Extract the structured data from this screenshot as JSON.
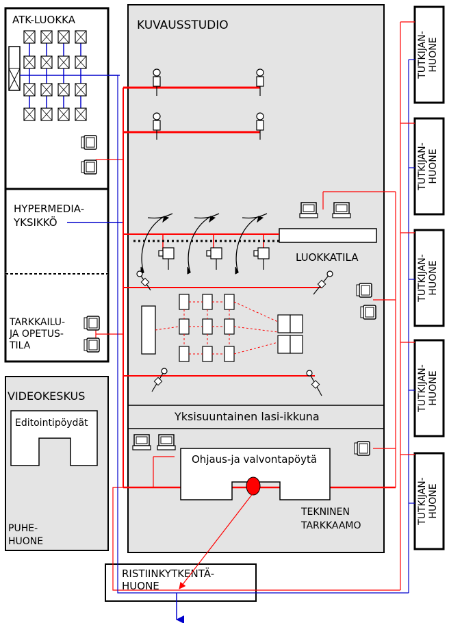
{
  "rooms": {
    "atk": "ATK-LUOKKA",
    "hypermedia": [
      "HYPERMEDIA-",
      "YKSIKKÖ"
    ],
    "tarkkailu": [
      "TARKKAILU-",
      "JA OPETUS-",
      "TILA"
    ],
    "videokeskus": "VIDEOKESKUS",
    "editointi": "Editointipöydät",
    "puhe": [
      "PUHE-",
      "HUONE"
    ],
    "kuvausstudio": "KUVAUSSTUDIO",
    "luokkatila": "LUOKKATILA",
    "lasi": "Yksisuuntainen lasi-ikkuna",
    "ohjaus": "Ohjaus-ja valvontapöytä",
    "tekninen": [
      "TEKNINEN",
      "TARKKAAMO"
    ],
    "risti": [
      "RISTIINKYTKENTÄ-",
      "HUONE"
    ],
    "tutkija": [
      "TUTKIJAN-",
      "HUONE"
    ]
  },
  "colors": {
    "red": "#ff0000",
    "blue": "#0000cc",
    "studio_fill": "#e4e4e4",
    "node": "#ff0000"
  }
}
